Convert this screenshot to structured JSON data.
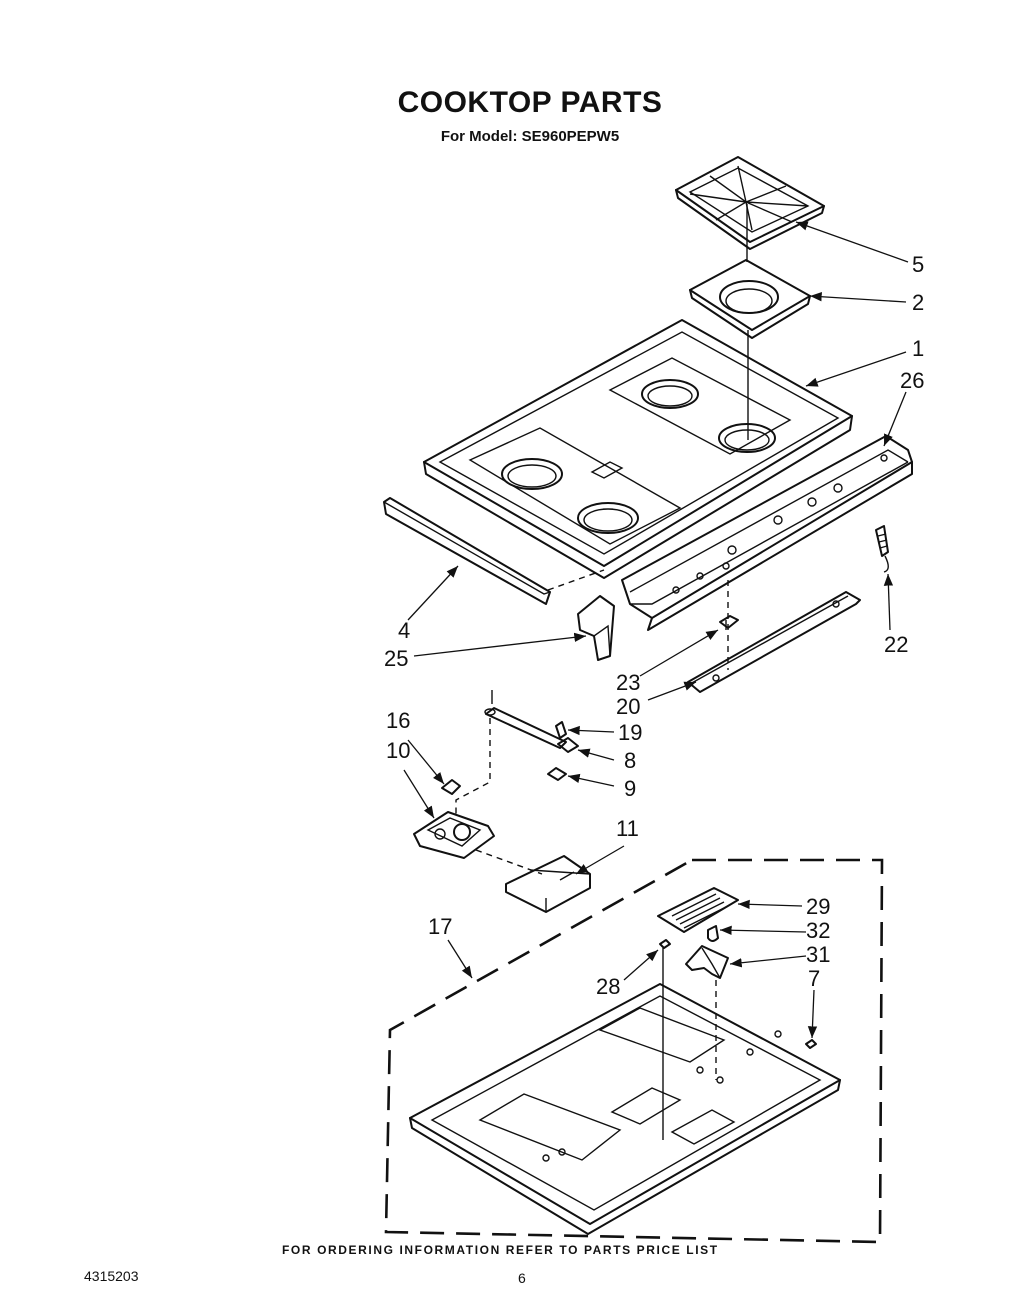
{
  "header": {
    "title": "COOKTOP PARTS",
    "subtitle": "For Model: SE960PEPW5"
  },
  "callouts": {
    "c1": "1",
    "c2": "2",
    "c4": "4",
    "c5": "5",
    "c7": "7",
    "c8": "8",
    "c9": "9",
    "c10": "10",
    "c11": "11",
    "c16": "16",
    "c17": "17",
    "c19": "19",
    "c20": "20",
    "c22": "22",
    "c23": "23",
    "c25": "25",
    "c26": "26",
    "c28": "28",
    "c29": "29",
    "c31": "31",
    "c32": "32"
  },
  "footer": {
    "note": "FOR ORDERING INFORMATION REFER TO PARTS PRICE LIST",
    "doc_number": "4315203",
    "page_number": "6"
  }
}
